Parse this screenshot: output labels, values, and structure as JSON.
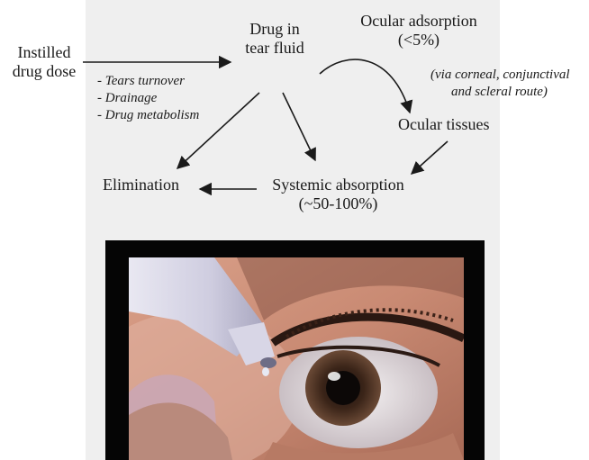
{
  "nodes": {
    "instilled_line1": "Instilled",
    "instilled_line2": "drug dose",
    "drug_tear_line1": "Drug in",
    "drug_tear_line2": "tear fluid",
    "ocular_adsorption_line1": "Ocular adsorption",
    "ocular_adsorption_line2": "(<5%)",
    "route_line1": "(via corneal, conjunctival",
    "route_line2": "and scleral route)",
    "ocular_tissues": "Ocular tissues",
    "elimination": "Elimination",
    "systemic_line1": "Systemic absorption",
    "systemic_line2": "(~50-100%)"
  },
  "loss_factors": [
    "- Tears turnover",
    "- Drainage",
    "- Drug metabolism"
  ],
  "colors": {
    "panel": "#efefef",
    "frame": "#050505",
    "arrow": "#1a1a1a"
  }
}
